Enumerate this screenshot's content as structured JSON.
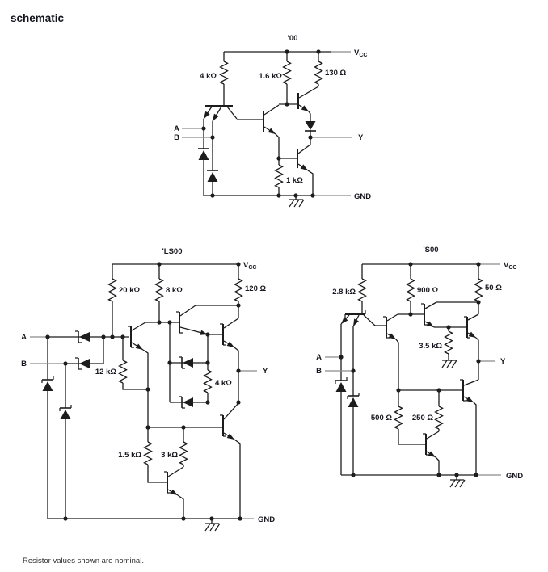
{
  "page": {
    "heading": "schematic",
    "note": "Resistor values shown are nominal."
  },
  "shared": {
    "a": "A",
    "b": "B",
    "y": "Y",
    "gnd": "GND",
    "vcc_v": "V",
    "vcc_sub": "CC"
  },
  "schematics": {
    "s7400": {
      "title": "'00",
      "resistors": [
        "4 kΩ",
        "1.6 kΩ",
        "130 Ω",
        "1 kΩ"
      ]
    },
    "ls00": {
      "title": "'LS00",
      "resistors": [
        "20 kΩ",
        "8 kΩ",
        "120 Ω",
        "12 kΩ",
        "4 kΩ",
        "1.5 kΩ",
        "3 kΩ"
      ]
    },
    "s00": {
      "title": "'S00",
      "resistors": [
        "2.8 kΩ",
        "900 Ω",
        "50 Ω",
        "3.5 kΩ",
        "500 Ω",
        "250 Ω"
      ]
    }
  }
}
